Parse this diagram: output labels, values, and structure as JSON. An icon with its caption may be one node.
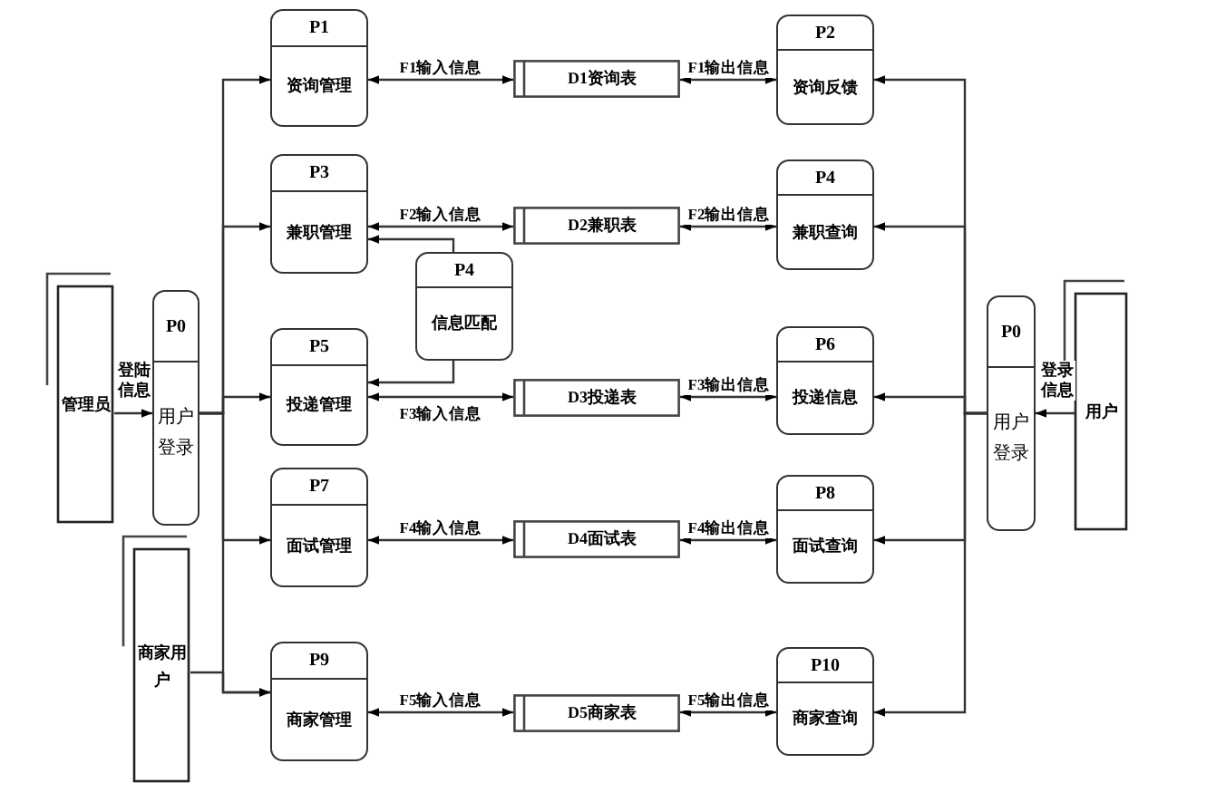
{
  "diagram": {
    "nodes": [
      {
        "text": [
          "管理员"
        ]
      },
      {
        "text": [
          "P0",
          "用户登录"
        ]
      },
      {
        "text": [
          "商家用户"
        ]
      },
      {
        "text": [
          "P1",
          "资询管理"
        ]
      },
      {
        "text": [
          "D1资询表"
        ]
      },
      {
        "text": [
          "P2",
          "资询反馈"
        ]
      },
      {
        "text": [
          "P3",
          "兼职管理"
        ]
      },
      {
        "text": [
          "D2兼职表"
        ]
      },
      {
        "text": [
          "P4",
          "兼职查询"
        ]
      },
      {
        "text": [
          "P4",
          "信息匹配"
        ]
      },
      {
        "text": [
          "P5",
          "投递管理"
        ]
      },
      {
        "text": [
          "D3投递表"
        ]
      },
      {
        "text": [
          "P6",
          "投递信息"
        ]
      },
      {
        "text": [
          "P7",
          "面试管理"
        ]
      },
      {
        "text": [
          "D4面试表"
        ]
      },
      {
        "text": [
          "P8",
          "面试查询"
        ]
      },
      {
        "text": [
          "P9",
          "商家管理"
        ]
      },
      {
        "text": [
          "D5商家表"
        ]
      },
      {
        "text": [
          "P10",
          "商家查询"
        ]
      },
      {
        "text": [
          "P0",
          "用户登录"
        ]
      },
      {
        "text": [
          "用户"
        ]
      }
    ],
    "edges": [
      {
        "from": 0,
        "to": 1,
        "arrow": "to",
        "label": "登陆信息"
      },
      {
        "from": 1,
        "to": 3,
        "arrow": "to"
      },
      {
        "from": 1,
        "to": 6,
        "arrow": "to"
      },
      {
        "from": 1,
        "to": 10,
        "arrow": "to"
      },
      {
        "from": 1,
        "to": 13,
        "arrow": "to"
      },
      {
        "from": 1,
        "to": 16,
        "arrow": "to"
      },
      {
        "from": 2,
        "to": 16,
        "arrow": "to"
      },
      {
        "from": 3,
        "to": 4,
        "arrow": "both",
        "label": "F1输入信息"
      },
      {
        "from": 4,
        "to": 5,
        "arrow": "both",
        "label": "F1输出信息"
      },
      {
        "from": 6,
        "to": 7,
        "arrow": "both",
        "label": "F2输入信息"
      },
      {
        "from": 7,
        "to": 8,
        "arrow": "both",
        "label": "F2输出信息"
      },
      {
        "from": 10,
        "to": 11,
        "arrow": "both",
        "label": "F3输入信息"
      },
      {
        "from": 11,
        "to": 12,
        "arrow": "both",
        "label": "F3输出信息"
      },
      {
        "from": 13,
        "to": 14,
        "arrow": "both",
        "label": "F4输入信息"
      },
      {
        "from": 14,
        "to": 15,
        "arrow": "both",
        "label": "F4输出信息"
      },
      {
        "from": 16,
        "to": 17,
        "arrow": "both",
        "label": "F5输入信息"
      },
      {
        "from": 17,
        "to": 18,
        "arrow": "both",
        "label": "F5输出信息"
      },
      {
        "from": 9,
        "to": 6,
        "arrow": "to"
      },
      {
        "from": 9,
        "to": 10,
        "arrow": "to"
      },
      {
        "from": 20,
        "to": 19,
        "arrow": "to",
        "label": "登录信息"
      },
      {
        "from": 19,
        "to": 5,
        "arrow": "to"
      },
      {
        "from": 19,
        "to": 8,
        "arrow": "to"
      },
      {
        "from": 19,
        "to": 12,
        "arrow": "to"
      },
      {
        "from": 19,
        "to": 15,
        "arrow": "to"
      },
      {
        "from": 19,
        "to": 18,
        "arrow": "to"
      }
    ]
  }
}
